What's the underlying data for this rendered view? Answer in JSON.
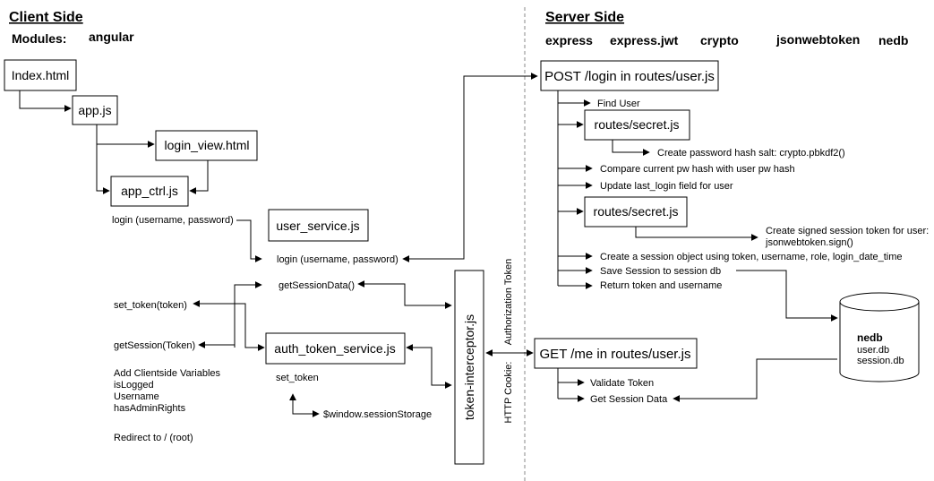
{
  "client": {
    "header": "Client Side",
    "modules_label": "Modules:",
    "modules_value": "angular",
    "boxes": {
      "index": "Index.html",
      "app": "app.js",
      "login_view": "login_view.html",
      "app_ctrl": "app_ctrl.js",
      "user_service": "user_service.js",
      "auth_token_service": "auth_token_service.js",
      "token_interceptor": "token-interceptor.js"
    },
    "labels": {
      "login_ctrl": "login (username, password)",
      "login_service": "login (username, password)",
      "get_session_data": "getSessionData()",
      "set_token_fn": "set_token(token)",
      "get_session_fn": "getSession(Token)",
      "add_vars": "Add Clientside Variables",
      "is_logged": "isLogged",
      "username": "Username",
      "has_admin": "hasAdminRights",
      "redirect": "Redirect to / (root)",
      "set_token": "set_token",
      "session_storage": "$window.sessionStorage"
    }
  },
  "transport": {
    "authorization_token": "Authorization Token",
    "http_cookie": "HTTP Cookie:"
  },
  "server": {
    "header": "Server Side",
    "modules": [
      "express",
      "express.jwt",
      "crypto",
      "jsonwebtoken",
      "nedb"
    ],
    "boxes": {
      "post_login": "POST /login in routes/user.js",
      "secret1": "routes/secret.js",
      "secret2": "routes/secret.js",
      "get_me": "GET /me in routes/user.js"
    },
    "steps": {
      "find_user": "Find User",
      "hash_salt": "Create password hash salt: crypto.pbkdf2()",
      "compare": "Compare current pw hash with user pw hash",
      "update": "Update last_login field for user",
      "signed_token_1": "Create signed session token for user:",
      "signed_token_2": "jsonwebtoken.sign()",
      "session_object": "Create a session object using token, username, role, login_date_time",
      "save_session": "Save Session to session db",
      "return_token": "Return token and username",
      "validate_token": "Validate Token",
      "get_session_data": "Get Session Data"
    },
    "db": {
      "name": "nedb",
      "files": [
        "user.db",
        "session.db"
      ]
    }
  }
}
